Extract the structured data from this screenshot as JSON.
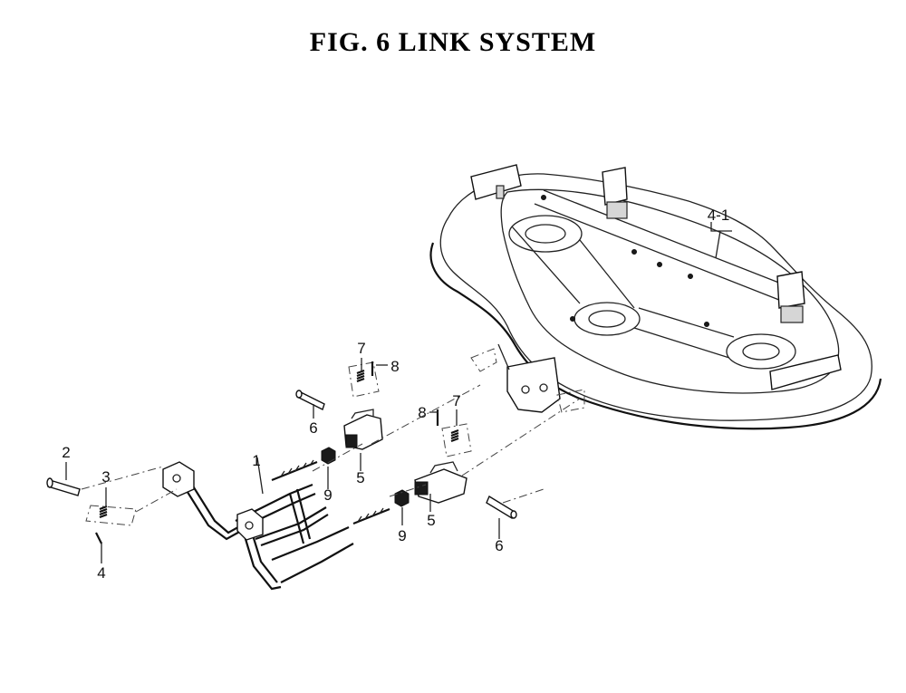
{
  "title": "FIG.  6  LINK SYSTEM",
  "callouts": [
    "1",
    "2",
    "3",
    "4",
    "4-1",
    "5",
    "5",
    "6",
    "6",
    "7",
    "7",
    "8",
    "8",
    "9",
    "9"
  ]
}
